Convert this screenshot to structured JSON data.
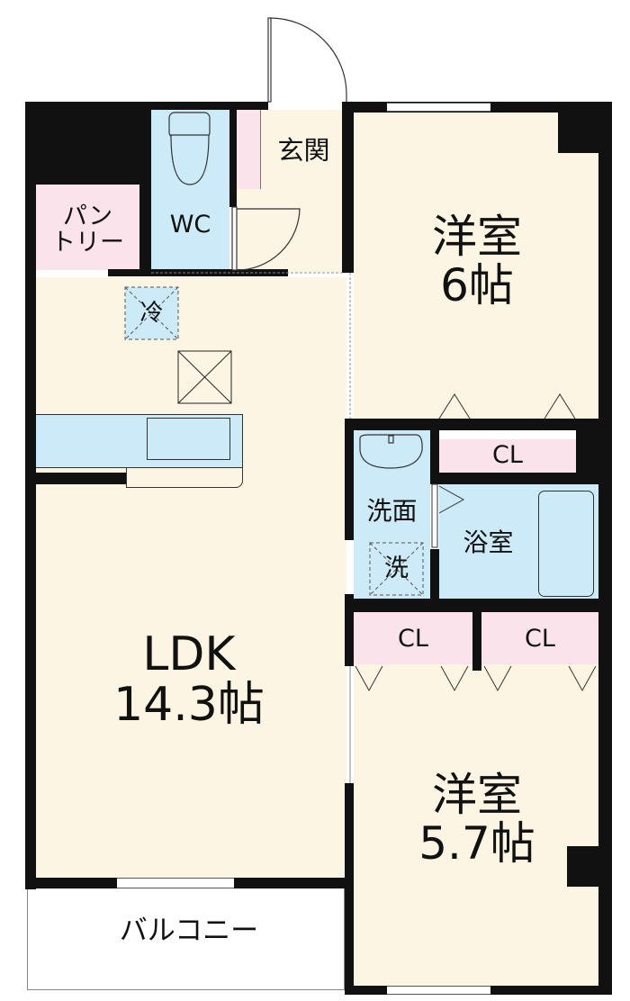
{
  "rooms": {
    "entrance": "玄関",
    "wc": "WC",
    "pantry": "パン\nトリー",
    "fridge": "冷",
    "western1": "洋室\n6帖",
    "cl_top": "CL",
    "washroom": "洗面",
    "washer": "洗",
    "bath": "浴室",
    "cl_left": "CL",
    "cl_right": "CL",
    "ldk": "LDK\n14.3帖",
    "western2": "洋室\n5.7帖",
    "balcony": "バルコニー"
  },
  "colors": {
    "floor": "#fdf5e3",
    "wet": "#cdeaf8",
    "storage": "#fbe3ec",
    "wall": "#111111"
  }
}
